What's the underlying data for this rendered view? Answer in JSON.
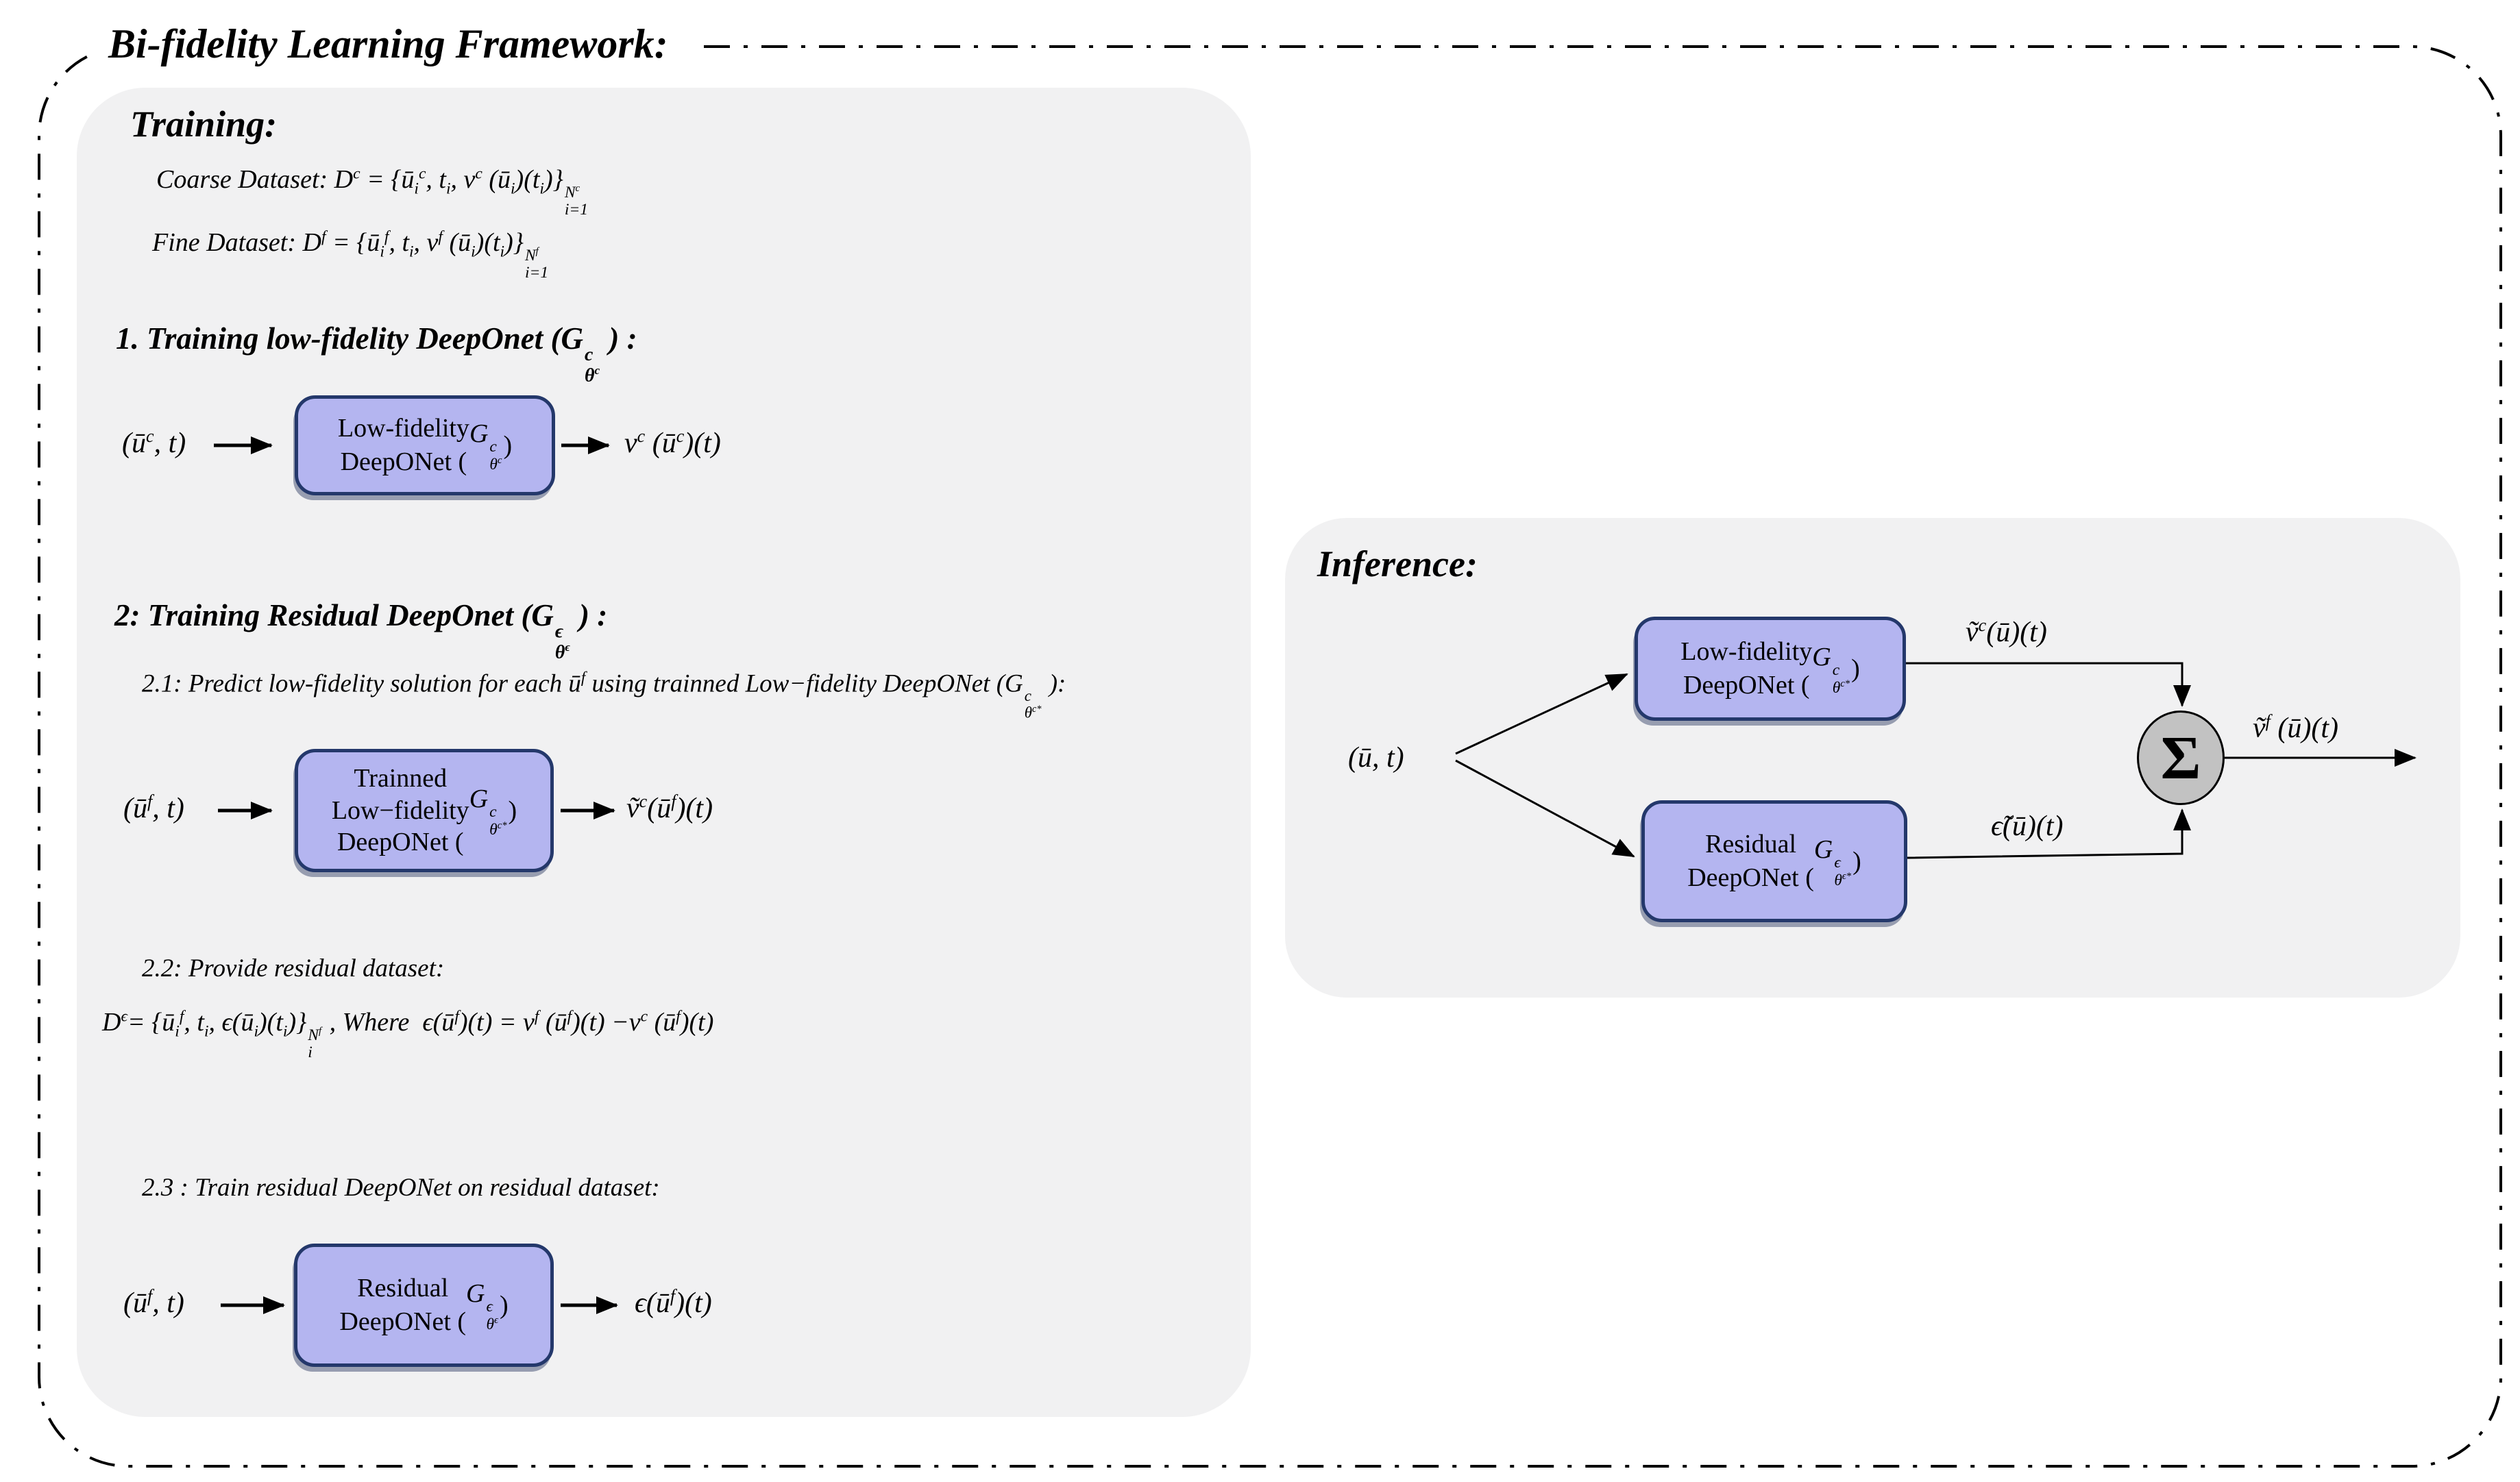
{
  "title": "Bi-fidelity Learning Framework:",
  "colors": {
    "panel_bg": "#f1f1f2",
    "box_fill": "#b4b5f0",
    "box_border": "#24386b",
    "sum_fill": "#c2c2c2",
    "line_color": "#000000"
  },
  "training": {
    "heading": "Training:",
    "coarse_dataset_html": "Coarse Dataset: D<sup>c</sup> = {ū<sub>i</sub><sup>c</sup>, t<sub>i</sub>, v<sup>c</sup> (ū<sub>i</sub>)(t<sub>i</sub>)}<span class='ss'><span>N<sup>c</sup></span><span>i=1</span></span>",
    "fine_dataset_html": "Fine Dataset: D<sup>f</sup> = {ū<sub>i</sub><sup>f</sup>, t<sub>i</sub>, v<sup>f</sup> (ū<sub>i</sub>)(t<sub>i</sub>)}<span class='ss'><span>N<sup>f</sup></span><span>i=1</span></span>",
    "step1_heading_html": "1. Training low-fidelity DeepOnet (G<span class='ss'><span>c</span><span>θ<sup>c</sup></span></span> ) :",
    "step1": {
      "input_html": "(ū<sup>c</sup>, t)",
      "box_html": "Low-fidelity<br>DeepONet (<i>G<span class='ss'><span>c</span><span>θ<sup>c</sup></span></span></i> )",
      "output_html": "v<sup>c</sup> (ū<sup>c</sup>)(t)"
    },
    "step2_heading_html": "2: Training Residual DeepOnet (G<span class='ss'><span>ϵ</span><span>θ<sup>ϵ</sup></span></span> ) :",
    "step2_1_html": "2.1: Predict low-fidelity solution for each ū<sup>f</sup> using trainned Low−fidelity DeepONet (G<span class='ss'><span>c</span><span>θ<sup>c*</sup></span></span> ):",
    "step2_1_diagram": {
      "input_html": "(ū<sup>f</sup>, t)",
      "box_html": "Trainned<br>Low−fidelity<br>DeepONet (<i>G<span class='ss'><span>c</span><span>θ<sup>c*</sup></span></span></i> )",
      "output_html": "ṽ<sup>c</sup>(ū<sup>f</sup>)(t)"
    },
    "step2_2_label": "2.2: Provide residual dataset:",
    "step2_2_formula_html": "D<sup>ϵ</sup>= {ū<sub>i</sub><sup>f</sup>, t<sub>i</sub>, ϵ(ū<sub>i</sub>)(t<sub>i</sub>)}<span class='ss'><span>N<sup>f</sup></span><span>i</span></span> , Where&nbsp; ϵ(ū<sup>f</sup>)(t) = v<sup>f</sup> (ū<sup>f</sup>)(t) −v<sup>c</sup> (ū<sup>f</sup>)(t)",
    "step2_3_label": "2.3 : Train residual DeepONet on residual dataset:",
    "step2_3_diagram": {
      "input_html": "(ū<sup>f</sup>, t)",
      "box_html": "Residual<br>DeepONet (<i>G<span class='ss'><span>ϵ</span><span>θ<sup>ϵ</sup></span></span></i> )",
      "output_html": "ϵ(ū<sup>f</sup>)(t)"
    }
  },
  "inference": {
    "heading": "Inference:",
    "input_html": "(ū, t)",
    "low_fidelity_box_html": "Low-fidelity<br>DeepONet (<i>G<span class='ss'><span>c</span><span>θ<sup>c*</sup></span></span></i> )",
    "low_fidelity_output_html": "ṽ<sup>c</sup>(ū)(t)",
    "residual_box_html": "Residual<br>DeepONet (<i>G<span class='ss'><span>ϵ</span><span>θ<sup>ϵ*</sup></span></span></i> )",
    "residual_output_html": "ϵ̃(ū)(t)",
    "sum_symbol": "Σ",
    "final_output_html": "ṽ<sup>f</sup> (ū)(t)"
  }
}
